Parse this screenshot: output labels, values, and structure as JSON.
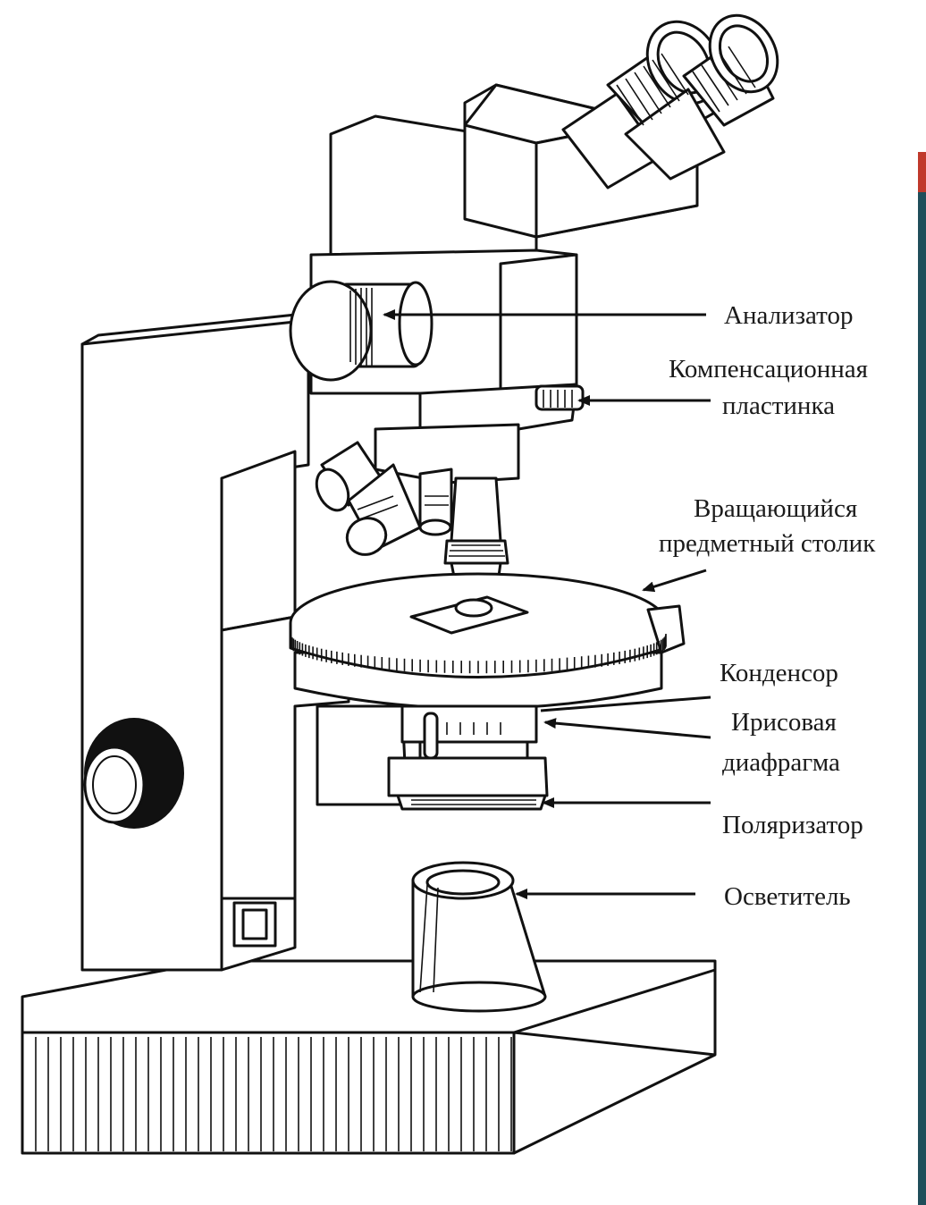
{
  "labels": {
    "analyzer": "Анализатор",
    "compensation_1": "Компенсационная",
    "compensation_2": "пластинка",
    "stage_1": "Вращающийся",
    "stage_2": "предметный столик",
    "condenser": "Конденсор",
    "iris_1": "Ирисовая",
    "iris_2": "диафрагма",
    "polarizer": "Поляризатор",
    "illuminator": "Осветитель"
  },
  "colors": {
    "line": "#111111",
    "background": "#ffffff",
    "edge_red": "#c0392b",
    "edge_teal": "#1f4e5a"
  }
}
